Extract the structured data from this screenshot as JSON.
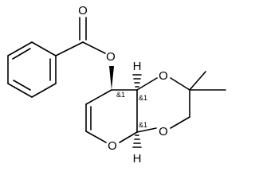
{
  "molecule": {
    "atom_labels": {
      "carbonyl_oxygen": "O",
      "ester_oxygen": "O",
      "ring_oxygen_upper": "O",
      "ring_oxygen_lower": "O",
      "pyran_oxygen": "O",
      "h_upper": "H",
      "h_lower": "H"
    },
    "stereo_labels": {
      "c4": "&1",
      "c4a": "&1",
      "c8a": "&1"
    }
  },
  "colors": {
    "bond": "#000000",
    "text": "#000000",
    "background": "#ffffff"
  }
}
